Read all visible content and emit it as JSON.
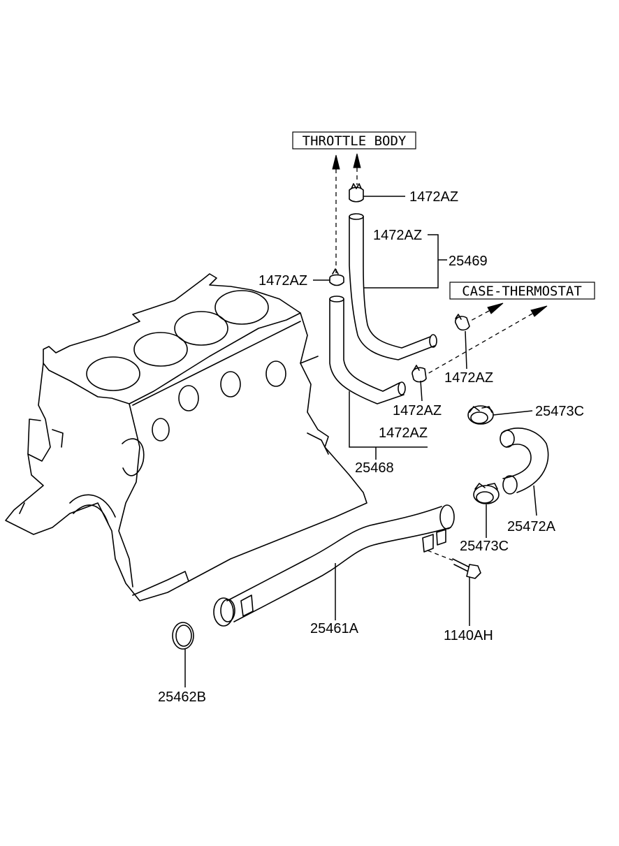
{
  "callouts": {
    "throttle_body": "THROTTLE BODY",
    "case_thermostat": "CASE-THERMOSTAT"
  },
  "parts": {
    "clamp_top": "1472AZ",
    "clamp_upper_right": "1472AZ",
    "clamp_left": "1472AZ",
    "clamp_mid_right": "1472AZ",
    "clamp_mid_left": "1472AZ",
    "clamp_lower": "1472AZ",
    "hose_upper": "25469",
    "hose_lower": "25468",
    "hose_clamp_top": "25473C",
    "hose_clamp_bottom": "25473C",
    "radiator_hose": "25472A",
    "water_pipe": "25461A",
    "o_ring": "25462B",
    "bolt": "1140AH"
  }
}
